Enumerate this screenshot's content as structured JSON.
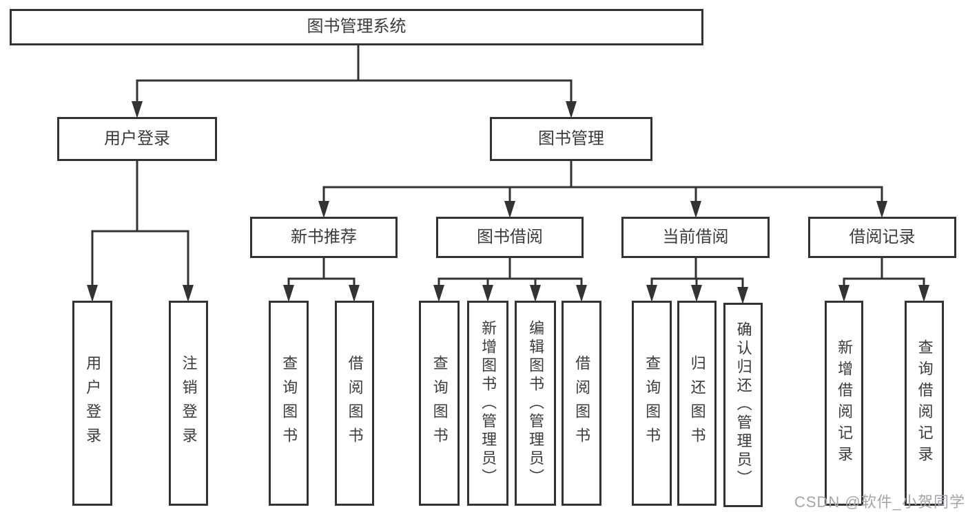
{
  "diagram": {
    "title": "图书管理系统",
    "colors": {
      "line": "#333333",
      "text": "#3b3b3b",
      "background": "#ffffff",
      "watermark": "#a2a6ab"
    },
    "tree": {
      "label": "图书管理系统",
      "children": [
        {
          "label": "用户登录",
          "children": [
            {
              "label": "用户登录"
            },
            {
              "label": "注销登录"
            }
          ]
        },
        {
          "label": "图书管理",
          "children": [
            {
              "label": "新书推荐",
              "children": [
                {
                  "label": "查询图书"
                },
                {
                  "label": "借阅图书"
                }
              ]
            },
            {
              "label": "图书借阅",
              "children": [
                {
                  "label": "查询图书"
                },
                {
                  "label": "新增图书（管理员）"
                },
                {
                  "label": "编辑图书（管理员）"
                },
                {
                  "label": "借阅图书"
                }
              ]
            },
            {
              "label": "当前借阅",
              "children": [
                {
                  "label": "查询图书"
                },
                {
                  "label": "归还图书"
                },
                {
                  "label": "确认归还（管理员）"
                }
              ]
            },
            {
              "label": "借阅记录",
              "children": [
                {
                  "label": "新增借阅记录"
                },
                {
                  "label": "查询借阅记录"
                }
              ]
            }
          ]
        }
      ]
    }
  },
  "watermark": {
    "text": "CSDN @软件_小贺同学"
  }
}
